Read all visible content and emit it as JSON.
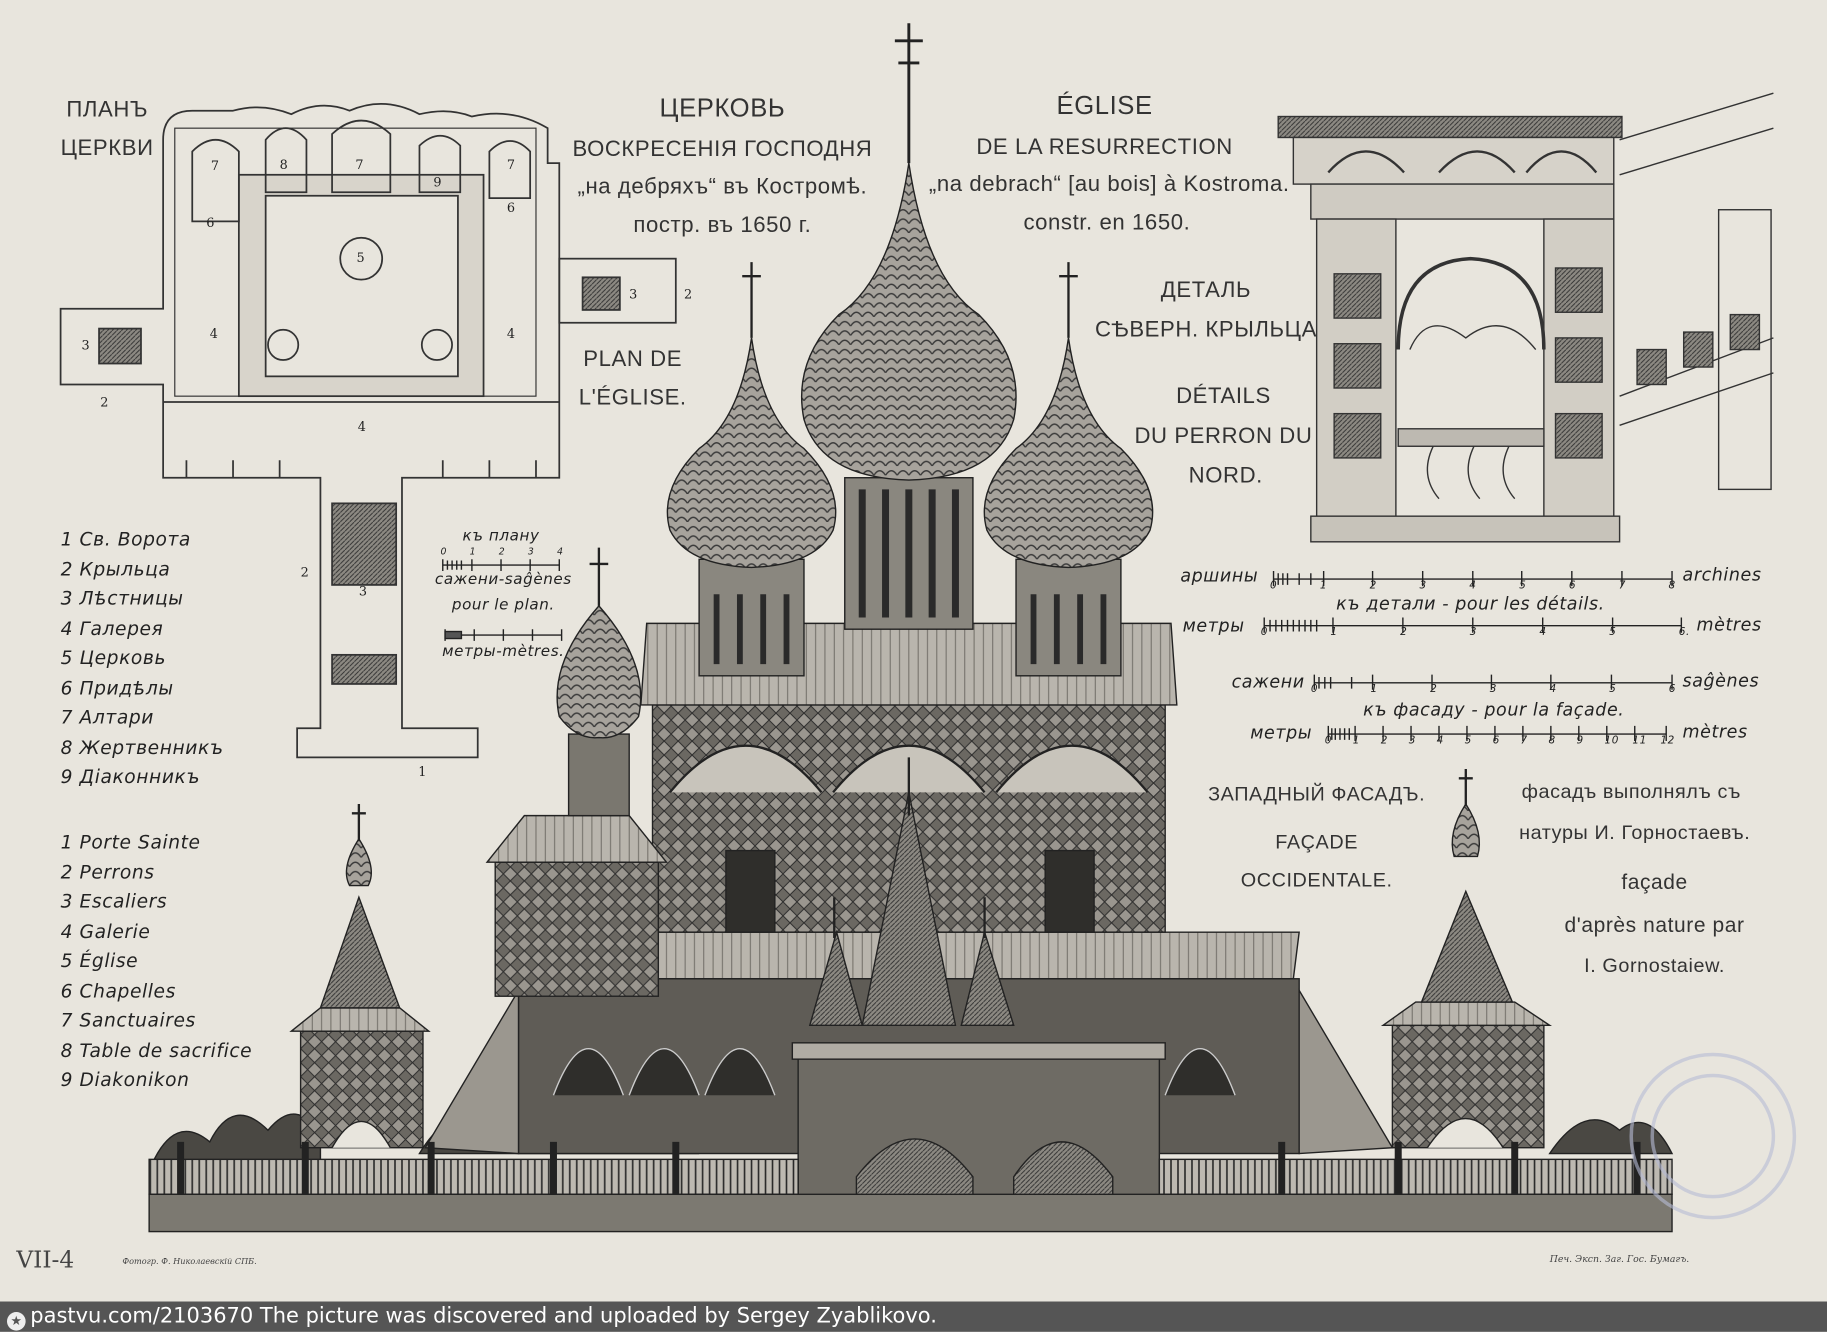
{
  "plan_heading": [
    "ПЛАНЪ",
    "ЦЕРКВИ"
  ],
  "title_ru": [
    "ЦЕРКОВЬ",
    "ВОСКРЕСЕНIЯ ГОСПОДНЯ",
    "„на дебряхъ“ въ Костромѣ.",
    "постр. въ 1650 г."
  ],
  "title_fr": [
    "ÉGLISE",
    "DE LA RESURRECTION",
    "„na debrach“ [au bois] à Kostroma.",
    "constr. en 1650."
  ],
  "plan_label_fr": [
    "PLAN DE",
    "L'ÉGLISE."
  ],
  "detail_ru": [
    "ДЕТАЛЬ",
    "СѢВЕРН. КРЫЛЬЦА"
  ],
  "detail_fr": [
    "DÉTAILS",
    "DU PERRON DU",
    "NORD."
  ],
  "legend_ru": [
    "1 Св. Ворота",
    "2 Крыльца",
    "3 Лѣстницы",
    "4 Галерея",
    "5 Церковь",
    "6 Придѣлы",
    "7 Алтари",
    "8 Жертвенникъ",
    "9 Дiаконникъ"
  ],
  "legend_fr": [
    "1 Porte Sainte",
    "2 Perrons",
    "3 Escaliers",
    "4 Galerie",
    "5 Église",
    "6 Chapelles",
    "7 Sanctuaires",
    "8 Table de sacrifice",
    "9 Diakonikon"
  ],
  "plan_numbers": [
    "7",
    "8",
    "7",
    "9",
    "7",
    "6",
    "6",
    "5",
    "4",
    "4",
    "4",
    "3",
    "3",
    "3",
    "2",
    "2",
    "2",
    "1"
  ],
  "plan_scale": {
    "title": "къ плану",
    "top_label": "сажени-saĝènes",
    "mid": "pour le plan.",
    "bottom_label": "метры-mètres.",
    "ticks": [
      "0",
      "1",
      "2",
      "3",
      "4"
    ]
  },
  "detail_scale": {
    "archines_left": "аршины",
    "archines_right": "archines",
    "archines_ticks": [
      "0",
      "1",
      "2",
      "3",
      "4",
      "5",
      "6",
      "7",
      "8"
    ],
    "caption": "къ детали - pour les détails.",
    "metres_left": "метры",
    "metres_right": "mètres",
    "metres_ticks": [
      "0",
      "1",
      "2",
      "3",
      "4",
      "5",
      "6."
    ]
  },
  "facade_scale": {
    "sagenes_left": "сажени",
    "sagenes_right": "saĝènes",
    "sagenes_ticks": [
      "0",
      "1",
      "2",
      "3",
      "4",
      "5",
      "6"
    ],
    "caption": "къ фасаду - pour la façade.",
    "metres_left": "метры",
    "metres_right": "mètres",
    "metres_ticks": [
      "0",
      "1",
      "2",
      "3",
      "4",
      "5",
      "6",
      "7",
      "8",
      "9",
      "10",
      "11",
      "12"
    ]
  },
  "facade_ru": "ЗАПАДНЫЙ ФАСАДЪ.",
  "facade_fr": [
    "FAÇADE",
    "OCCIDENTALE."
  ],
  "author": [
    "фасадъ выполнялъ съ",
    "натуры И. Горностаевъ.",
    "façade",
    "d'après nature par",
    "I. Gornostaiew."
  ],
  "plate_number": "VII-4",
  "photo_credit": "Фотогр. Ф. Николаевскiй СПБ.",
  "print_credit": "Печ. Эксп. Заг. Гос. Бумагъ.",
  "caption_bar": {
    "icon": "pastvu-star-icon",
    "text": "pastvu.com/2103670  The picture was discovered and uploaded by Sergey Zyablikovo."
  },
  "colors": {
    "paper": "#e8e5dd",
    "ink": "#2a2a2a",
    "bar": "#555555"
  }
}
